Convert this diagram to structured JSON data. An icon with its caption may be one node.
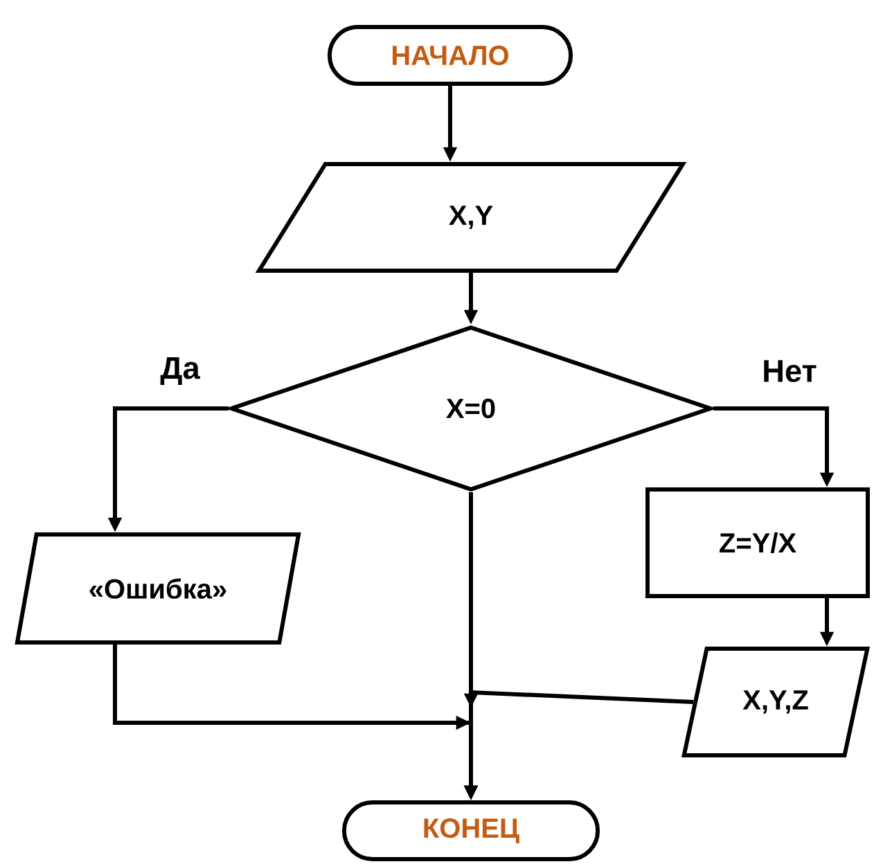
{
  "diagram": {
    "nodes": [
      {
        "text": [
          "НАЧАЛО"
        ]
      },
      {
        "text": [
          "X,Y"
        ]
      },
      {
        "text": [
          "X=0"
        ]
      },
      {
        "text": [
          "«Ошибка»"
        ]
      },
      {
        "text": [
          "Z=Y/X"
        ]
      },
      {
        "text": [
          "X,Y,Z"
        ]
      },
      {
        "text": [
          "КОНЕЦ"
        ]
      }
    ],
    "edges": [
      {
        "from": 0,
        "to": 1,
        "arrow": "to"
      },
      {
        "from": 1,
        "to": 2,
        "arrow": "to"
      },
      {
        "from": 2,
        "to": 3,
        "arrow": "to",
        "label": "Да"
      },
      {
        "from": 2,
        "to": 4,
        "arrow": "to",
        "label": "Нет"
      },
      {
        "from": 4,
        "to": 5,
        "arrow": "to"
      },
      {
        "from": 2,
        "to": 6,
        "arrow": "to"
      },
      {
        "from": 3,
        "to": 6,
        "arrow": "to"
      },
      {
        "from": 5,
        "to": 6,
        "arrow": "to"
      }
    ]
  }
}
